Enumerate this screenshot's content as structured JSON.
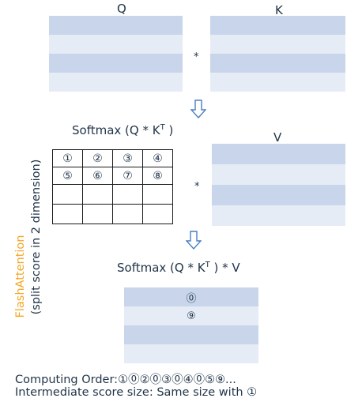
{
  "labels": {
    "q": "Q",
    "k": "K",
    "v": "V",
    "softmax_qk": "Softmax (Q * K",
    "softmax_qk_close": " )",
    "softmax_qkv": "Softmax (Q * K",
    "softmax_qkv_close": " ) * V",
    "superscript_t": "T",
    "mult_1": "*",
    "mult_2": "*"
  },
  "score_grid": [
    [
      "①",
      "②",
      "③",
      "④"
    ],
    [
      "⑤",
      "⑥",
      "⑦",
      "⑧"
    ],
    [
      "",
      "",
      "",
      ""
    ],
    [
      "",
      "",
      "",
      ""
    ]
  ],
  "output_rows": [
    "⓪",
    "⑨",
    "",
    ""
  ],
  "side_label": {
    "title": "FlashAttention",
    "subtitle": "(split score in 2 dimension)"
  },
  "footer": {
    "order": "Computing Order:①⓪②⓪③⓪④⓪⑤⑨...",
    "size": "Intermediate score size: Same size with ①"
  },
  "colors": {
    "row_dark": "#c8d5ea",
    "row_light": "#e6ecf6",
    "flash_orange": "#f5a623",
    "text": "#1f3347",
    "arrow": "#4a7fc1"
  }
}
